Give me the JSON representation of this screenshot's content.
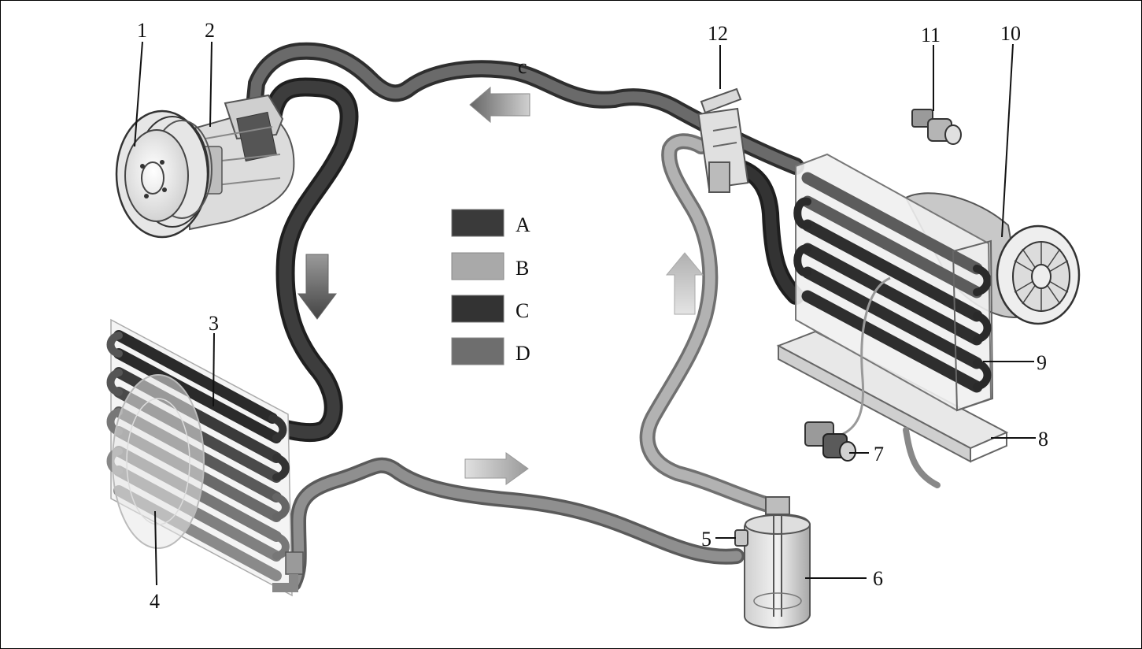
{
  "diagram": {
    "callouts": {
      "n1": "1",
      "n2": "2",
      "n3": "3",
      "n4": "4",
      "n5": "5",
      "n6": "6",
      "n7": "7",
      "n8": "8",
      "n9": "9",
      "n10": "10",
      "n11": "11",
      "n12": "12",
      "c": "c"
    },
    "legend": [
      {
        "label": "A",
        "color": "#3a3a3a"
      },
      {
        "label": "B",
        "color": "#a9a9a9"
      },
      {
        "label": "C",
        "color": "#333333"
      },
      {
        "label": "D",
        "color": "#6e6e6e"
      }
    ],
    "colors": {
      "hose_high_gas": "#3b3b3b",
      "hose_high_liquid": "#707070",
      "hose_low_liquid": "#9a9a9a",
      "hose_low_gas": "#b4b4b4",
      "arrow_dark": "#555555",
      "arrow_light": "#c4c4c4"
    }
  }
}
